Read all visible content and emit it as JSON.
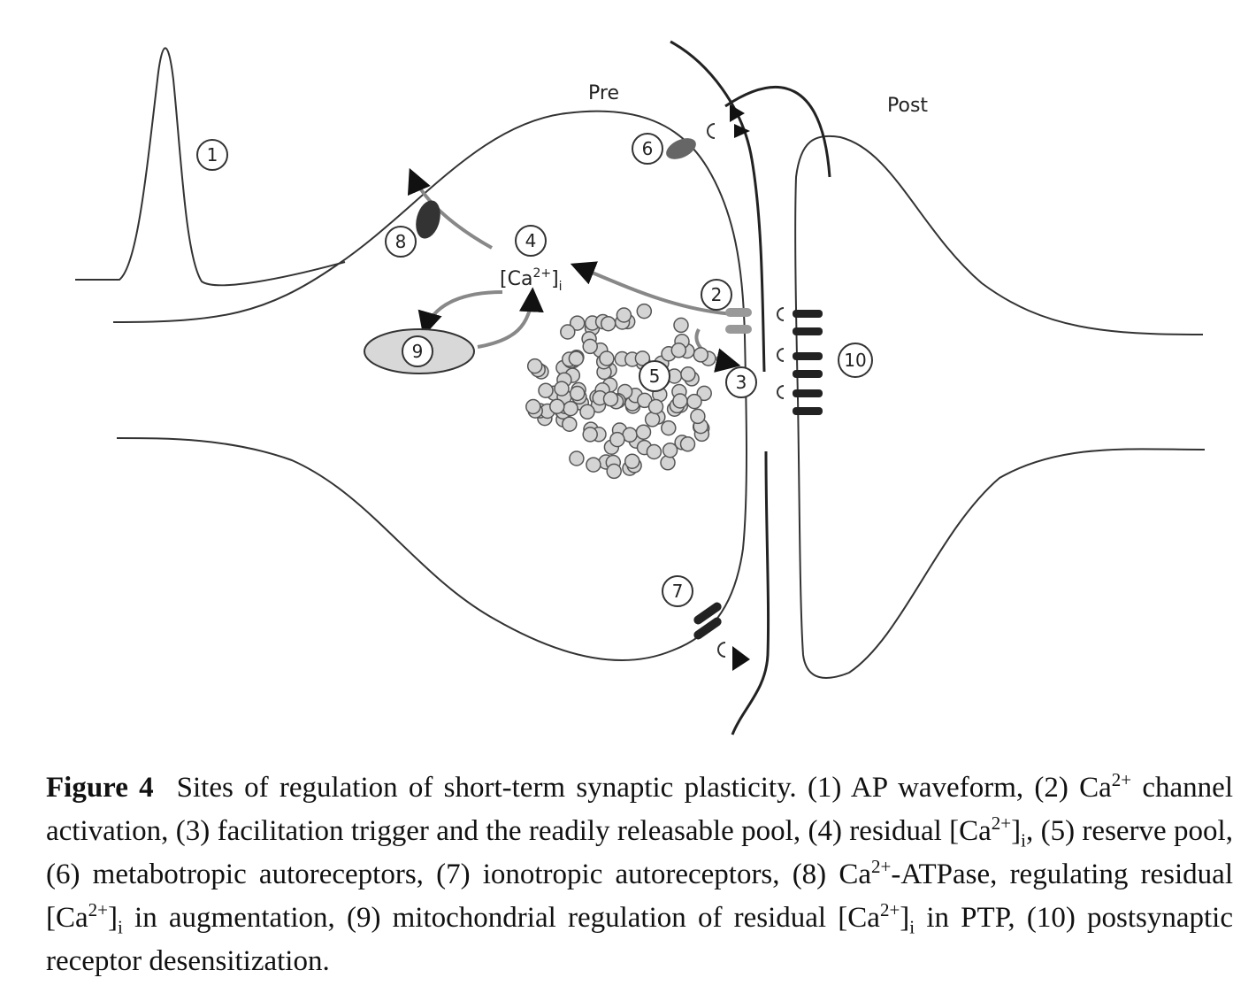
{
  "figure": {
    "pre_label": "Pre",
    "post_label": "Post",
    "ca_label": {
      "base": "[Ca",
      "sup": "2+",
      "close": "]",
      "sub": "i"
    },
    "markers": [
      "1",
      "2",
      "3",
      "4",
      "5",
      "6",
      "7",
      "8",
      "9",
      "10"
    ]
  },
  "caption": {
    "label": "Figure 4",
    "segments": [
      {
        "t": "Sites of regulation of short-term synaptic plasticity. (1) AP waveform, (2) Ca"
      },
      {
        "sup": "2+"
      },
      {
        "t": " channel activation, (3) facilitation trigger and the readily releasable pool, (4) residual [Ca"
      },
      {
        "sup": "2+"
      },
      {
        "t": "]"
      },
      {
        "sub": "i"
      },
      {
        "t": ", (5) reserve pool, (6) metabotropic autoreceptors, (7) ionotropic autoreceptors, (8) Ca"
      },
      {
        "sup": "2+"
      },
      {
        "t": "-ATPase, regulating residual [Ca"
      },
      {
        "sup": "2+"
      },
      {
        "t": "]"
      },
      {
        "sub": "i"
      },
      {
        "t": " in augmentation, (9) mitochondrial regulation of residual [Ca"
      },
      {
        "sup": "2+"
      },
      {
        "t": "]"
      },
      {
        "sub": "i"
      },
      {
        "t": " in PTP, (10) postsynaptic receptor desensitization."
      }
    ]
  }
}
